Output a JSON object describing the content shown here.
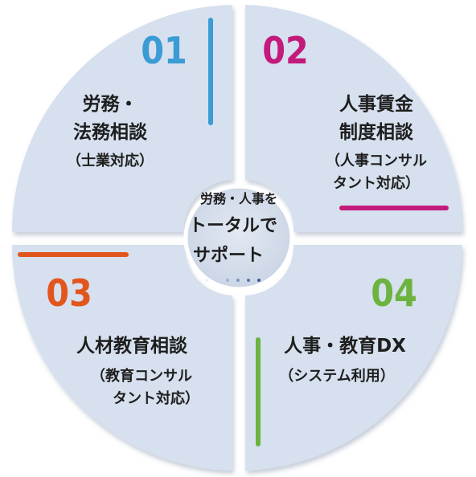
{
  "center": {
    "line1": "労務・人事を",
    "line2": "トータルで",
    "line3": "サポート"
  },
  "quadrants": [
    {
      "number": "01",
      "color": "#3a9bd5",
      "title_lines": [
        "労務・",
        "法務相談"
      ],
      "sub_lines": [
        "（士業対応）"
      ]
    },
    {
      "number": "02",
      "color": "#c31a7b",
      "title_lines": [
        "人事賃金",
        "制度相談"
      ],
      "sub_lines": [
        "（人事コンサル",
        "タント対応）"
      ]
    },
    {
      "number": "03",
      "color": "#e2561d",
      "title_lines": [
        "人材教育相談"
      ],
      "sub_lines": [
        "（教育コンサル",
        "タント対応）"
      ]
    },
    {
      "number": "04",
      "color": "#6cb33f",
      "title_lines": [
        "人事・教育DX"
      ],
      "sub_lines": [
        "（システム利用）"
      ]
    }
  ],
  "colors": {
    "quadrant_fill": "#d6e0ee",
    "quadrant_shadow": "#b7c2d3",
    "center_fill": "#ccd6e6",
    "center_border": "#ffffff"
  }
}
